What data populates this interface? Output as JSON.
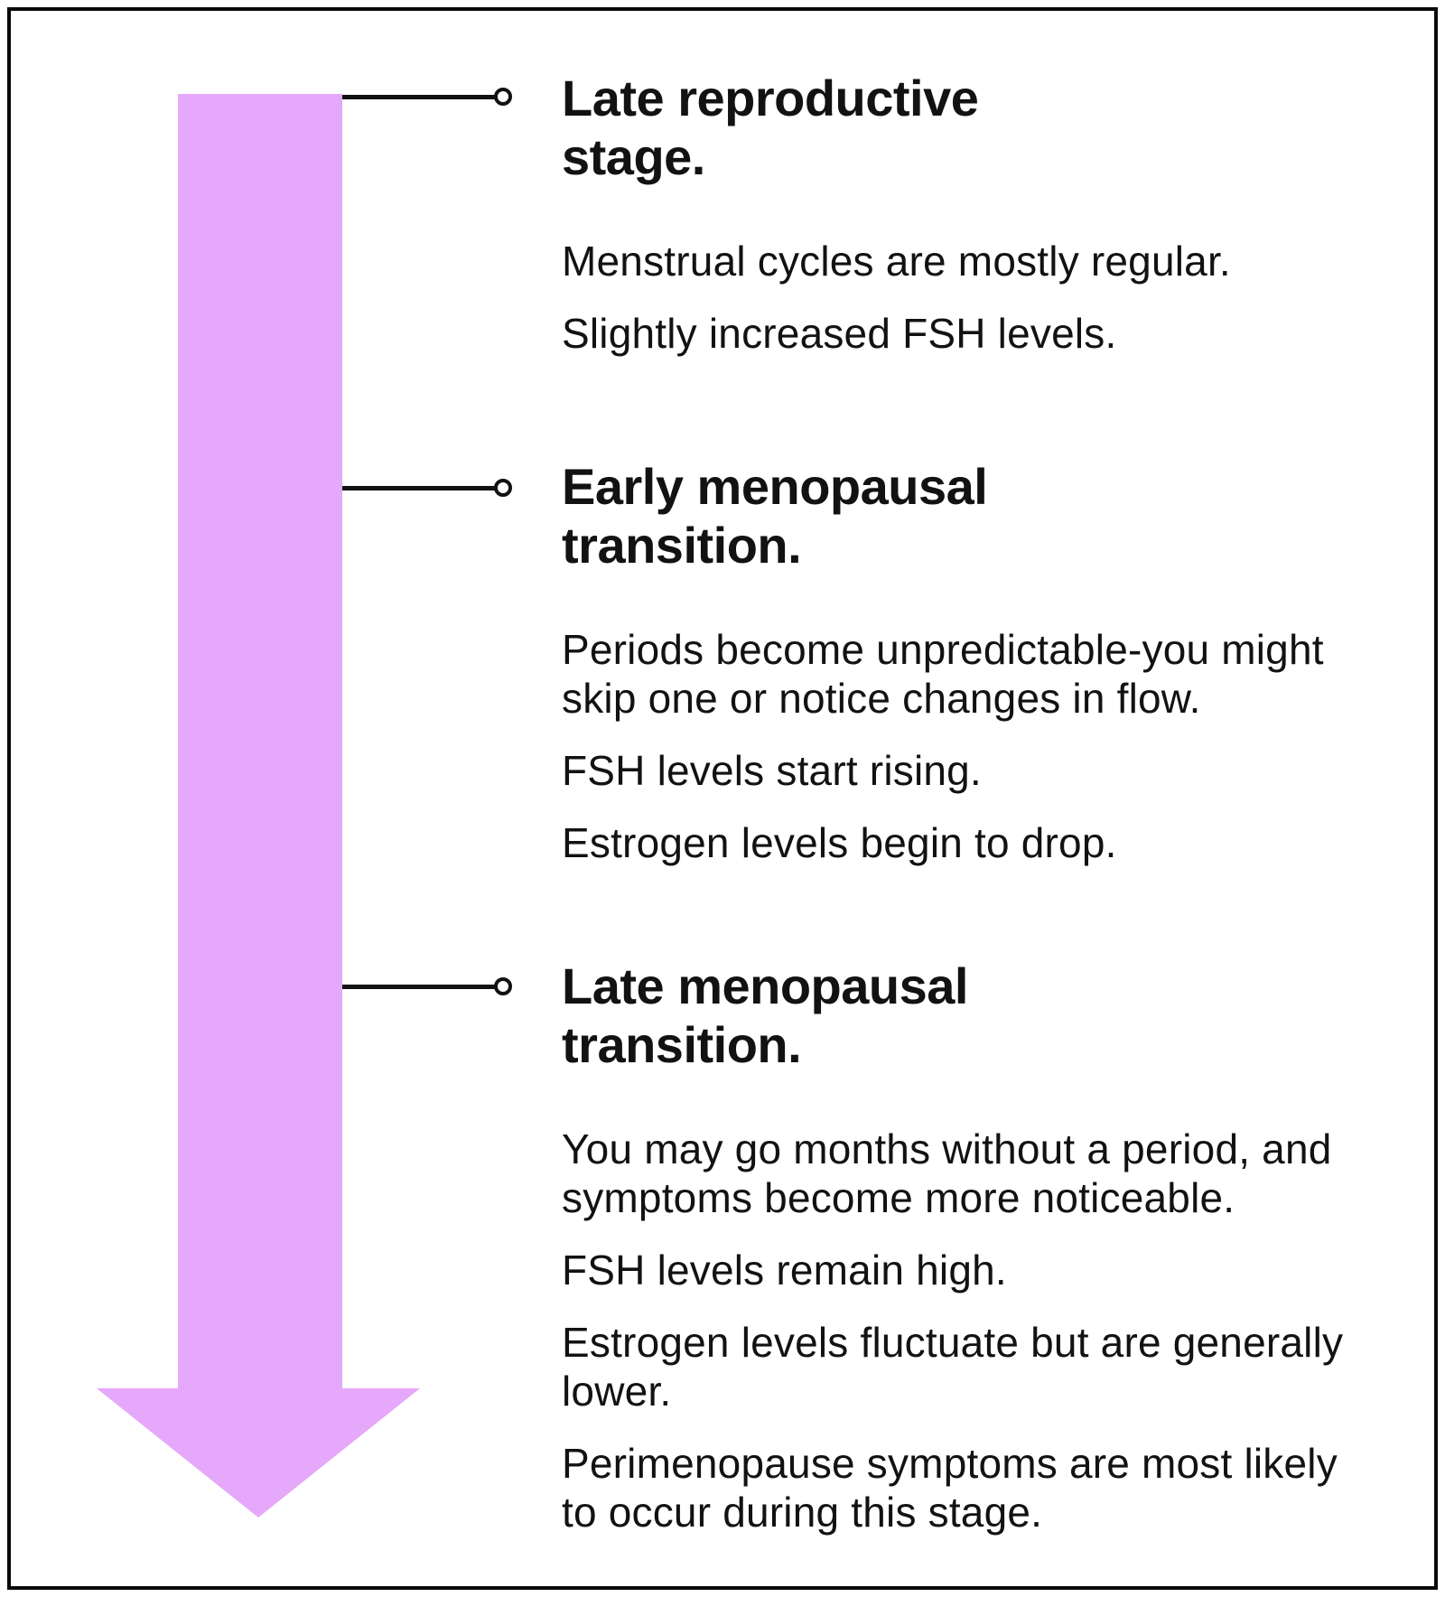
{
  "theme": {
    "background_color": "#ffffff",
    "border_color": "#0a0a0a",
    "text_color": "#121212",
    "arrow_color": "#e6a8fa",
    "connector_color": "#121212"
  },
  "arrow": {
    "direction": "down",
    "meaning": "progression of menopausal stages over time"
  },
  "sections": [
    {
      "heading_lines": [
        "Late reproductive",
        "stage."
      ],
      "paragraphs": [
        [
          "Menstrual cycles are mostly regular."
        ],
        [
          "Slightly increased FSH levels."
        ]
      ]
    },
    {
      "heading_lines": [
        "Early menopausal",
        "transition."
      ],
      "paragraphs": [
        [
          "Periods become unpredictable-you might",
          "skip one or notice changes in flow."
        ],
        [
          "FSH levels start rising."
        ],
        [
          "Estrogen levels begin to drop."
        ]
      ]
    },
    {
      "heading_lines": [
        "Late menopausal",
        "transition."
      ],
      "paragraphs": [
        [
          "You may go months without a period, and",
          "symptoms become more noticeable."
        ],
        [
          "FSH levels remain high."
        ],
        [
          "Estrogen levels fluctuate but are generally",
          "lower."
        ],
        [
          "Perimenopause symptoms are most likely",
          "to occur during this stage."
        ]
      ]
    }
  ]
}
